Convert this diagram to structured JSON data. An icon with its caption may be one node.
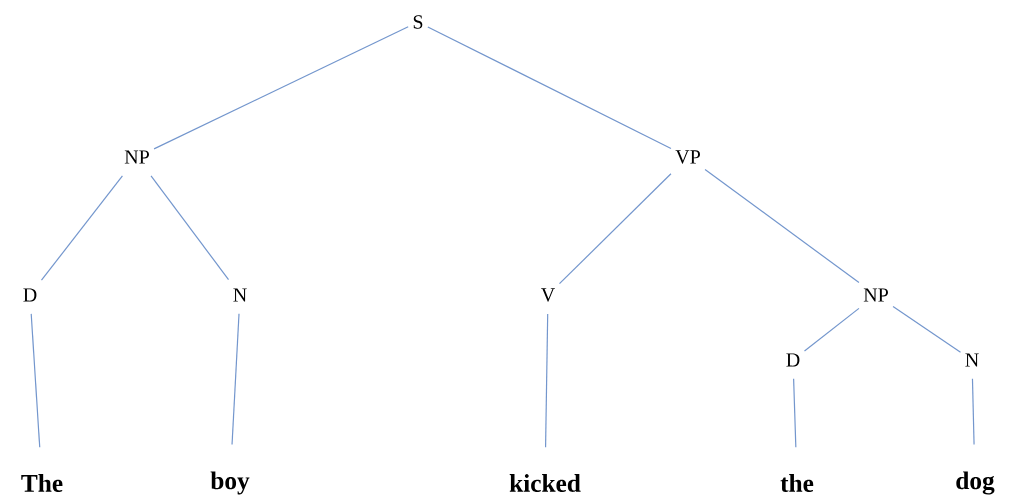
{
  "diagram": {
    "nodes": [
      {
        "text": [
          "S"
        ]
      },
      {
        "text": [
          "NP"
        ]
      },
      {
        "text": [
          "VP"
        ]
      },
      {
        "text": [
          "D"
        ]
      },
      {
        "text": [
          "N"
        ]
      },
      {
        "text": [
          "V"
        ]
      },
      {
        "text": [
          "NP"
        ]
      },
      {
        "text": [
          "D"
        ]
      },
      {
        "text": [
          "N"
        ]
      },
      {
        "text": [
          "The"
        ]
      },
      {
        "text": [
          "boy"
        ]
      },
      {
        "text": [
          "kicked"
        ]
      },
      {
        "text": [
          "the"
        ]
      },
      {
        "text": [
          "dog"
        ]
      }
    ],
    "edges": [
      {
        "from": 0,
        "to": 1,
        "arrow": "none"
      },
      {
        "from": 0,
        "to": 2,
        "arrow": "none"
      },
      {
        "from": 1,
        "to": 3,
        "arrow": "none"
      },
      {
        "from": 1,
        "to": 4,
        "arrow": "none"
      },
      {
        "from": 2,
        "to": 5,
        "arrow": "none"
      },
      {
        "from": 2,
        "to": 6,
        "arrow": "none"
      },
      {
        "from": 6,
        "to": 7,
        "arrow": "none"
      },
      {
        "from": 6,
        "to": 8,
        "arrow": "none"
      },
      {
        "from": 3,
        "to": 9,
        "arrow": "none"
      },
      {
        "from": 4,
        "to": 10,
        "arrow": "none"
      },
      {
        "from": 5,
        "to": 11,
        "arrow": "none"
      },
      {
        "from": 7,
        "to": 12,
        "arrow": "none"
      },
      {
        "from": 8,
        "to": 13,
        "arrow": "none"
      }
    ]
  }
}
